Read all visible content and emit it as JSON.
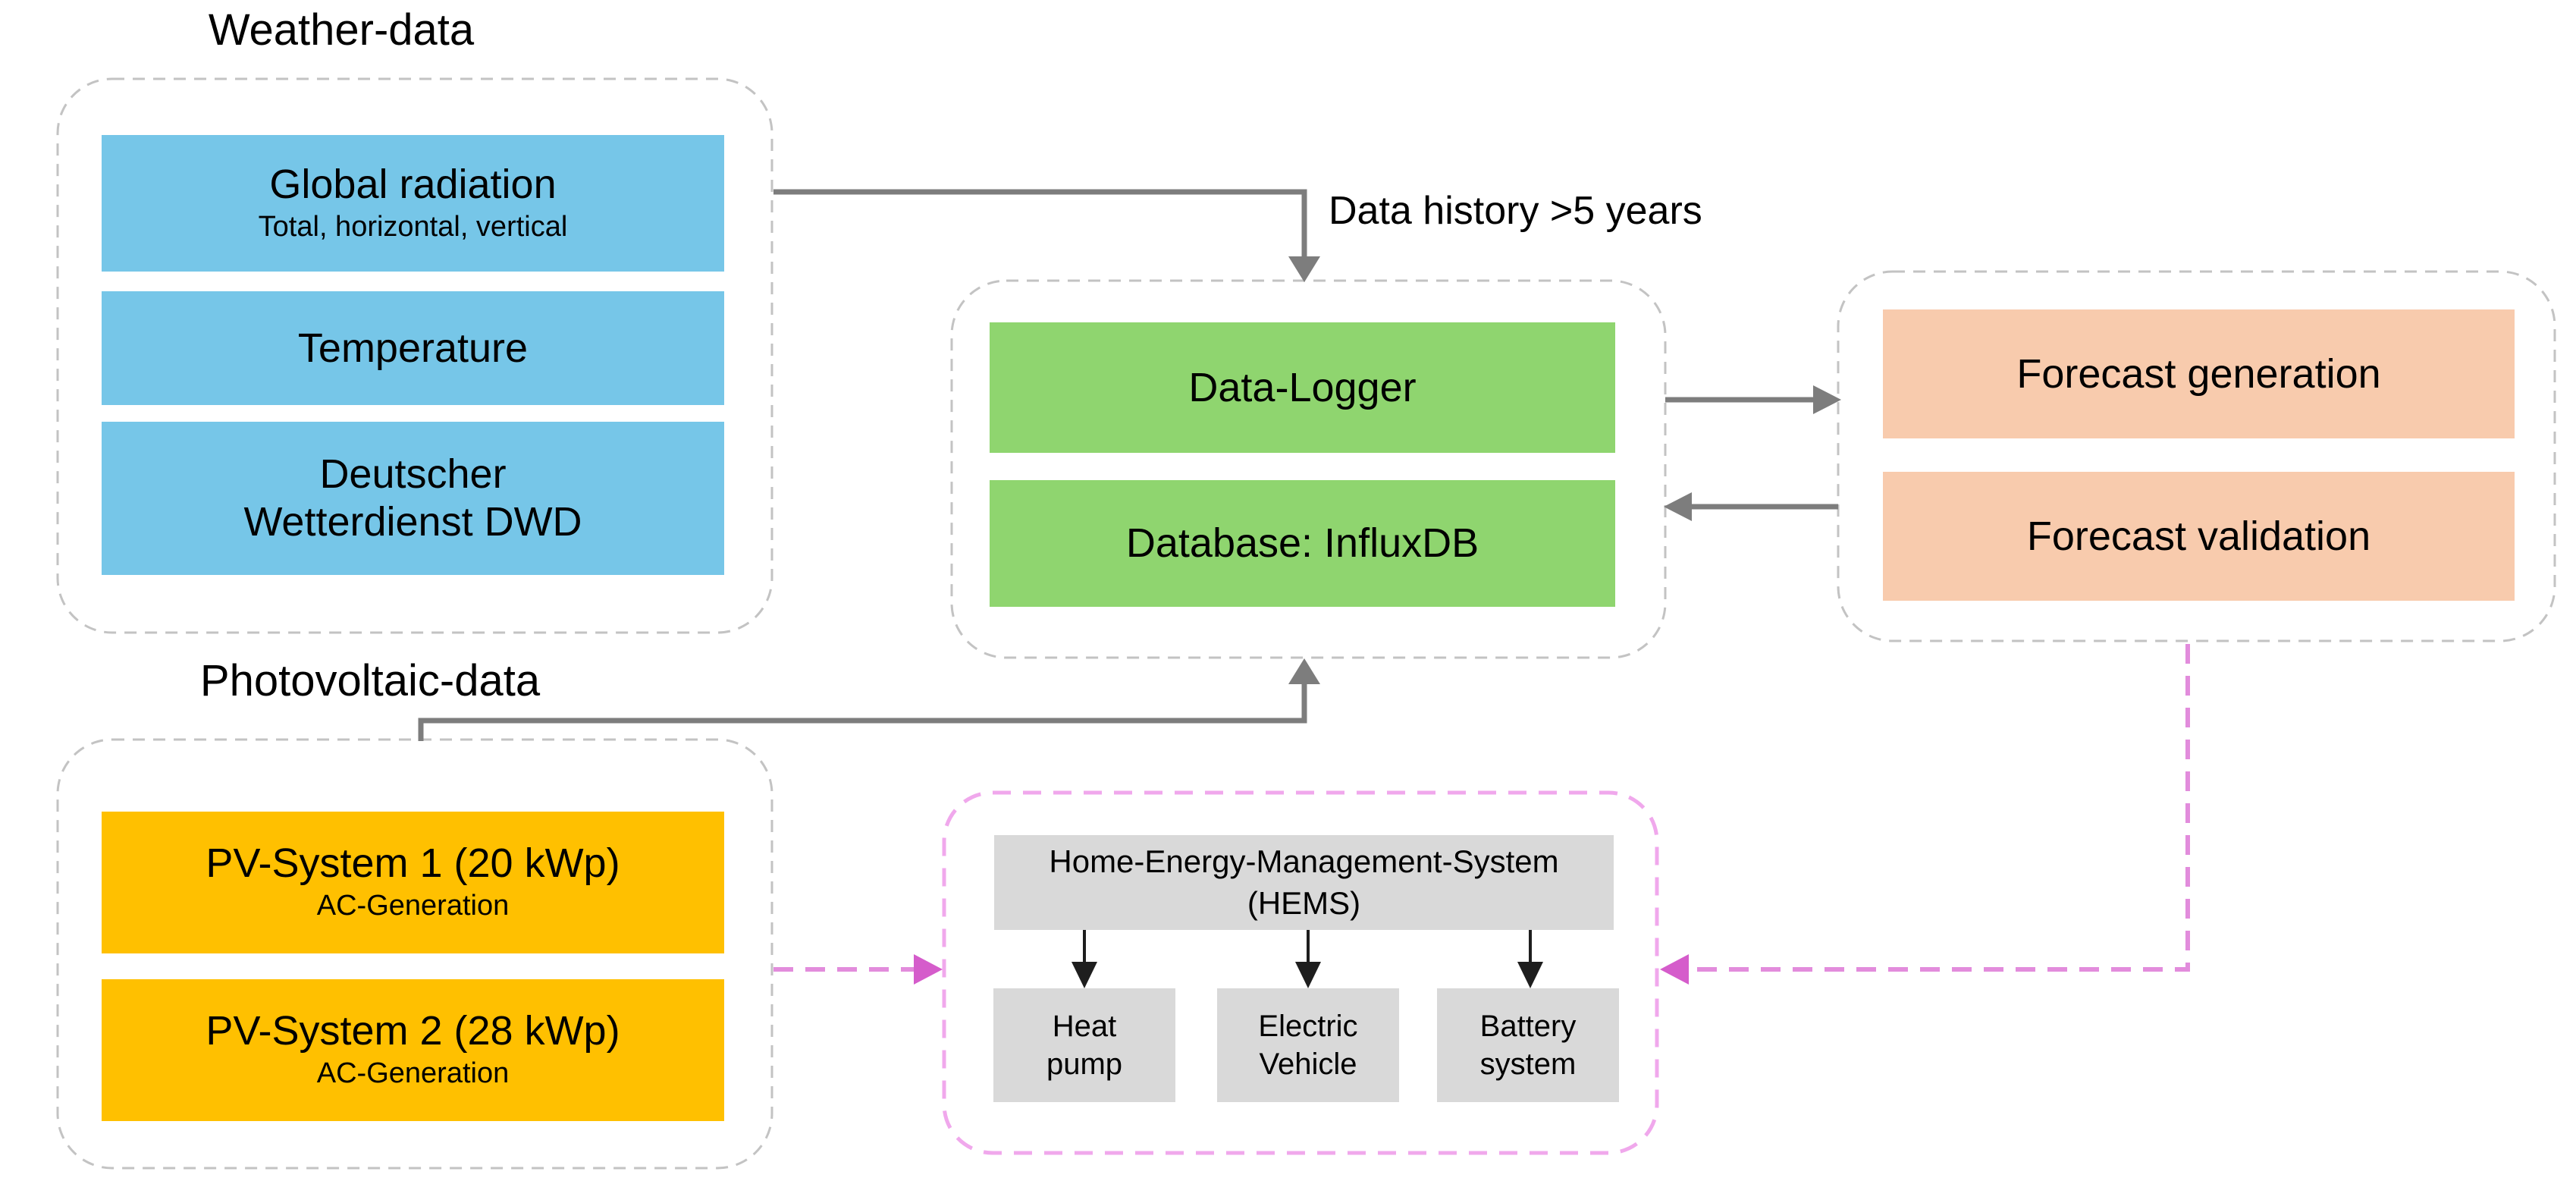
{
  "weather": {
    "title": "Weather-data",
    "boxes": [
      {
        "title": "Global radiation",
        "subtitle": "Total, horizontal, vertical"
      },
      {
        "title": "Temperature"
      },
      {
        "title": "Deutscher Wetterdienst DWD"
      }
    ]
  },
  "photovoltaic": {
    "title": "Photovoltaic-data",
    "boxes": [
      {
        "title": "PV-System 1 (20 kWp)",
        "subtitle": "AC-Generation"
      },
      {
        "title": "PV-System 2 (28 kWp)",
        "subtitle": "AC-Generation"
      }
    ]
  },
  "logger": {
    "annotation": "Data history >5 years",
    "boxes": [
      {
        "title": "Data-Logger"
      },
      {
        "title": "Database: InfluxDB"
      }
    ]
  },
  "forecast": {
    "boxes": [
      {
        "title": "Forecast generation"
      },
      {
        "title": "Forecast validation"
      }
    ]
  },
  "hems": {
    "header_line1": "Home-Energy-Management-System",
    "header_line2": "(HEMS)",
    "devices": [
      "Heat pump",
      "Electric Vehicle",
      "Battery system"
    ]
  },
  "colors": {
    "weather_box": "#76C6E8",
    "pv_box": "#FFC000",
    "logger_box": "#8FD56F",
    "forecast_box": "#F8CBAD",
    "hems_box": "#D9D9D9",
    "container_border": "#C3C3C3",
    "hems_border": "#F0A8EC",
    "pink_arrow": "#E28CDC",
    "pink_arrow_head": "#D55CCB",
    "gray_arrow": "#7D7D7D",
    "black_arrow": "#1E1E1E",
    "text": "#000000"
  }
}
